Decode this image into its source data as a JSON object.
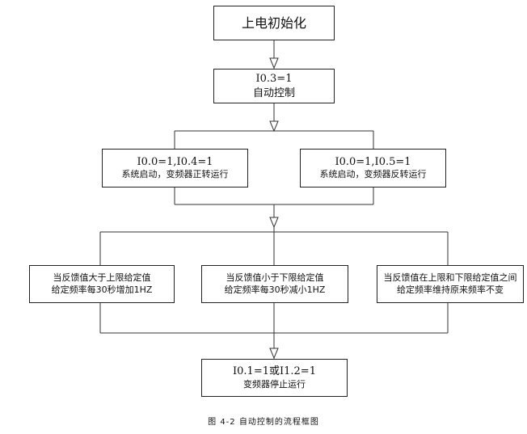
{
  "nodes": {
    "power_on": "上电初始化",
    "auto_cond": "I0.3=1",
    "auto_label": "自动控制",
    "fwd_cond": "I0.0=1,I0.4=1",
    "fwd_label": "系统启动，变频器正转运行",
    "rev_cond": "I0.0=1,I0.5=1",
    "rev_label": "系统启动，变频器反转运行",
    "inc_line1": "当反馈值大于上限给定值",
    "inc_line2": "给定频率每30秒增加1HZ",
    "dec_line1": "当反馈值小于下限给定值",
    "dec_line2": "给定频率每30秒减小1HZ",
    "hold_line1": "当反馈值在上限和下限给定值之间",
    "hold_line2": "给定频率维持原来频率不变",
    "stop_cond": "I0.1=1或I1.2=1",
    "stop_label": "变频器停止运行"
  },
  "caption": "图 4-2 自动控制的流程框图"
}
